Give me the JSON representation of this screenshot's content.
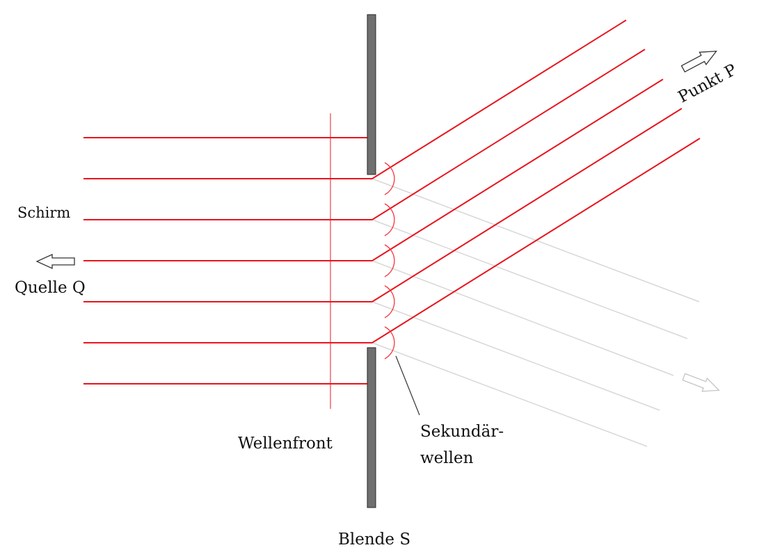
{
  "labels": {
    "schirm": "Schirm",
    "quelle": "Quelle Q",
    "punkt": "Punkt P",
    "wellenfront": "Wellenfront",
    "sekundaer_line1": "Sekundär-",
    "sekundaer_line2": "wellen",
    "blende": "Blende S"
  },
  "colors": {
    "ray": "#e8141c",
    "wavefront": "#f07f84",
    "secondary_wave": "#f4343c",
    "aperture": "#6f6f6f",
    "aperture_edge": "#2a2a2a",
    "ghost_ray": "#d7d7d7",
    "arrow_outline": "#333333",
    "ghost_arrow": "#c4c4c4"
  },
  "icons": {
    "source_arrow": "hollow-left-arrow",
    "point_arrow": "hollow-up-right-arrow",
    "ghost_arrow": "hollow-down-right-arrow"
  }
}
